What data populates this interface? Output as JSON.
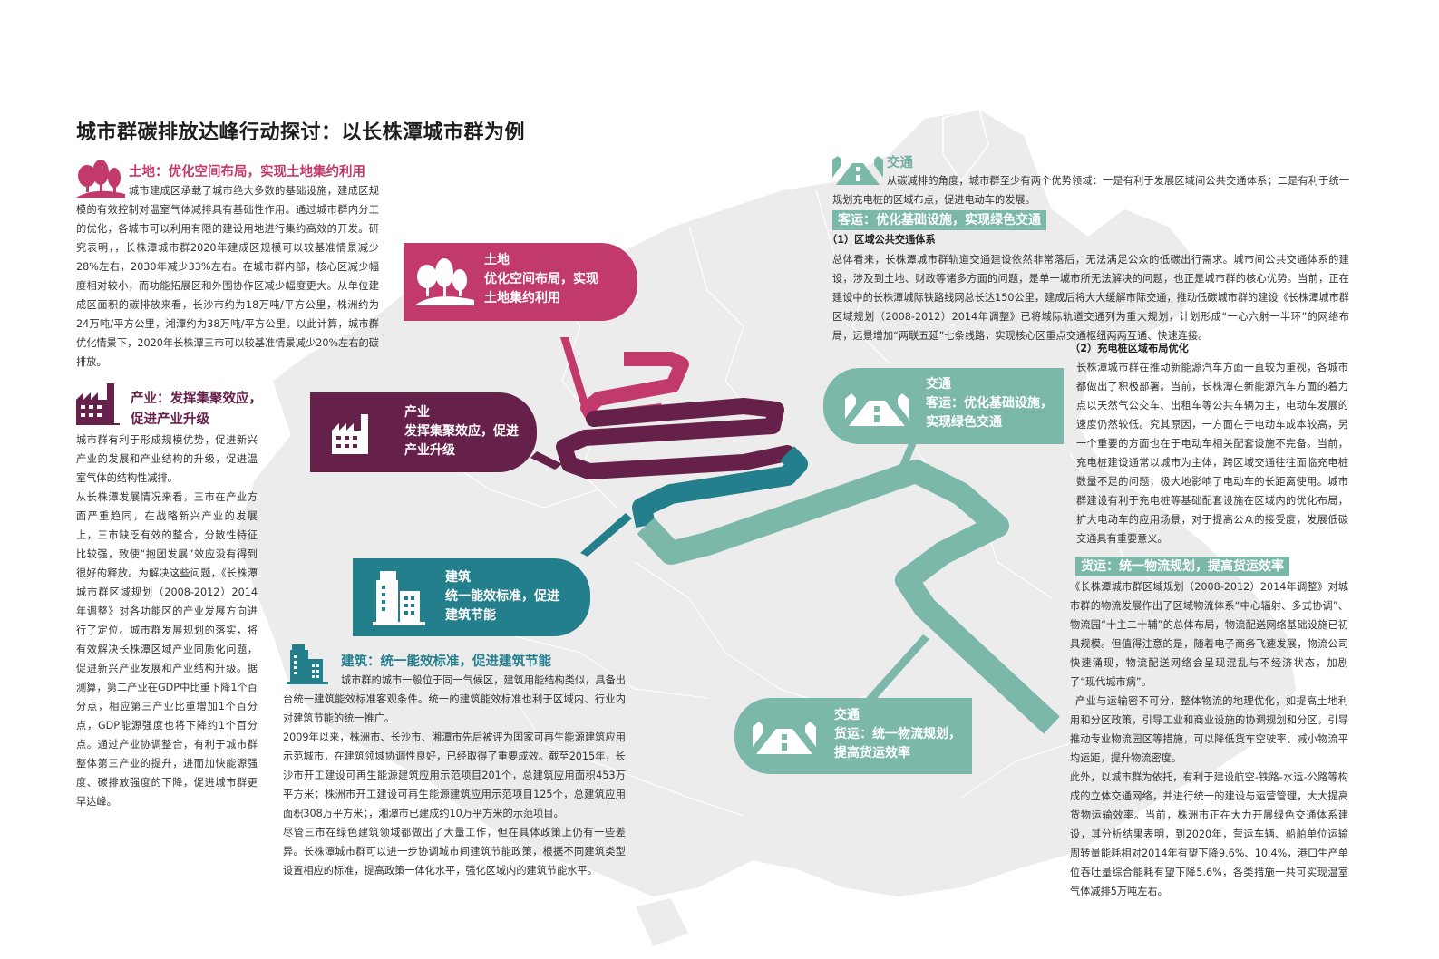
{
  "title": "城市群碳排放达峰行动探讨：以长株潭城市群为例",
  "colors": {
    "land": "#c23a6c",
    "industry": "#66214a",
    "building": "#237f8c",
    "transport": "#7bb8aa",
    "map_fill": "#ececec",
    "map_border": "#ffffff"
  },
  "land": {
    "icon": "trees-icon",
    "heading": "土地：优化空间布局，实现土地集约利用",
    "paragraphs": [
      "城市建成区承载了城市绝大多数的基础设施，建成区规模的有效控制对温室气体减排具有基础性作用。通过城市群内分工的优化，各城市可以利用有限的建设用地进行集约高效的开发。研究表明，，长株潭城市群2020年建成区规模可以较基准情景减少28%左右，2030年减少33%左右。在城市群内部，核心区减少幅度相对较小，而功能拓展区和外围协作区减少幅度更大。从单位建成区面积的碳排放来看，长沙市约为18万吨/平方公里，株洲约为24万吨/平方公里，湘潭约为38万吨/平方公里。以此计算，城市群优化情景下，2020年长株潭三市可以较基准情景减少20%左右的碳排放。"
    ],
    "callout": [
      "土地",
      "优化空间布局，实现",
      "土地集约利用"
    ]
  },
  "industry": {
    "icon": "factory-icon",
    "heading_lines": [
      "产业：发挥集聚效应，",
      "促进产业升级"
    ],
    "paragraphs": [
      "城市群有利于形成规模优势，促进新兴产业的发展和产业结构的升级，促进温室气体的结构性减排。",
      "从长株潭发展情况来看，三市在产业方面严重趋同，在战略新兴产业的发展上，三市缺乏有效的整合，分散性特征比较强，致使“抱团发展”效应没有得到很好的释放。为解决这些问题，《长株潭城市群区域规划（2008-2012）2014年调整》对各功能区的产业发展方向进行了定位。城市群发展规划的落实，将有效解决长株潭区域产业同质化问题，促进新兴产业发展和产业结构升级。据测算，第二产业在GDP中比重下降1个百分点，相应第三产业比重增加1个百分点，GDP能源强度也将下降约1个百分点。通过产业协调整合，有利于城市群整体第三产业的提升，进而加快能源强度、碳排放强度的下降，促进城市群更早达峰。"
    ],
    "callout": [
      "产业",
      "发挥集聚效应，促进",
      "产业升级"
    ]
  },
  "building": {
    "icon": "buildings-icon",
    "heading": "建筑：统一能效标准，促进建筑节能",
    "paragraphs": [
      "城市群的城市一般位于同一气候区，建筑用能结构类似，具备出台统一建筑能效标准客观条件。统一的建筑能效标准也利于区域内、行业内对建筑节能的统一推广。",
      "2009年以来，株洲市、长沙市、湘潭市先后被评为国家可再生能源建筑应用示范城市，在建筑领域协调性良好，已经取得了重要成效。截至2015年，长沙市开工建设可再生能源建筑应用示范项目201个，总建筑应用面积453万平方米；株洲市开工建设可再生能源建筑应用示范项目125个，总建筑应用面积308万平方米；，湘潭市已建成约10万平方米的示范项目。",
      "尽管三市在绿色建筑领域都做出了大量工作，但在具体政策上仍有一些差异。长株潭城市群可以进一步协调城市间建筑节能政策，根据不同建筑类型设置相应的标准，提高政策一体化水平，强化区域内的建筑节能水平。"
    ],
    "callout": [
      "建筑",
      "统一能效标准，促进",
      "建筑节能"
    ]
  },
  "transport": {
    "icon": "road-icon",
    "heading": "交通",
    "intro": "从碳减排的角度，城市群至少有两个优势领域：一是有利于发展区域间公共交通体系；二是有利于统一规划充电桩的区域布点，促进电动车的发展。",
    "passenger": {
      "band": "客运：优化基础设施，实现绿色交通",
      "sub1": "（1）区域公共交通体系",
      "p1": "总体看来，长株潭城市群轨道交通建设依然非常落后，无法满足公众的低碳出行需求。城市间公共交通体系的建设，涉及到土地、财政等诸多方面的问题，是单一城市所无法解决的问题，也正是城市群的核心优势。当前，正在建设中的长株潭城际铁路线网总长达150公里，建成后将大大缓解市际交通，推动低碳城市群的建设《长株潭城市群区域规划（2008-2012）2014年调整》已将城际轨道交通列为重大规划，计划形成“一心六射一半环”的网络布局，远景增加“两联五延”七条线路，实现核心区重点交通枢纽两两互通、快速连接。",
      "sub2": "（2）充电桩区域布局优化",
      "p2": "长株潭城市群在推动新能源汽车方面一直较为重视，各城市都做出了积极部署。当前，长株潭在新能源汽车方面的着力点以天然气公交车、出租车等公共车辆为主，电动车发展的速度仍然较低。究其原因，一方面在于电动车成本较高，另一个重要的方面也在于电动车相关配套设施不完备。当前，充电桩建设通常以城市为主体，跨区域交通往往面临充电桩数量不足的问题，极大地影响了电动车的长距离使用。城市群建设有利于充电桩等基础配套设施在区域内的优化布局，扩大电动车的应用场景，对于提高公众的接受度，发展低碳交通具有重要意义。",
      "callout": [
        "交通",
        "客运：优化基础设施，",
        "实现绿色交通"
      ]
    },
    "freight": {
      "band": "货运：统一物流规划，提高货运效率",
      "paragraphs": [
        "《长株潭城市群区域规划（2008-2012）2014年调整》对城市群的物流发展作出了区域物流体系“中心辐射、多式协调”、物流园“十主二十辅”的总体布局，物流配送网络基础设施已初具规模。但值得注意的是，随着电子商务飞速发展，物流公司快速涌现，物流配送网络会呈现混乱与不经济状态，加剧了“现代城市病”。",
        "产业与运输密不可分，整体物流的地理优化，如提高土地利用和分区政策，引导工业和商业设施的协调规划和分区，引导推动专业物流园区等措施，可以降低货车空驶率、减小物流平均运距，提升物流密度。",
        "此外，以城市群为依托，有利于建设航空-铁路-水运-公路等构成的立体交通网络，并进行统一的建设与运营管理，大大提高货物运输效率。当前，株洲市正在大力开展绿色交通体系建设，其分析结果表明，到2020年，营运车辆、船舶单位运输周转量能耗相对2014年有望下降9.6%、10.4%，港口生产单位吞吐量综合能耗有望下降5.6%，各类措施一共可实现温室气体减排5万吨左右。"
      ],
      "callout": [
        "交通",
        "货运：统一物流规划，",
        "提高货运效率"
      ]
    }
  }
}
